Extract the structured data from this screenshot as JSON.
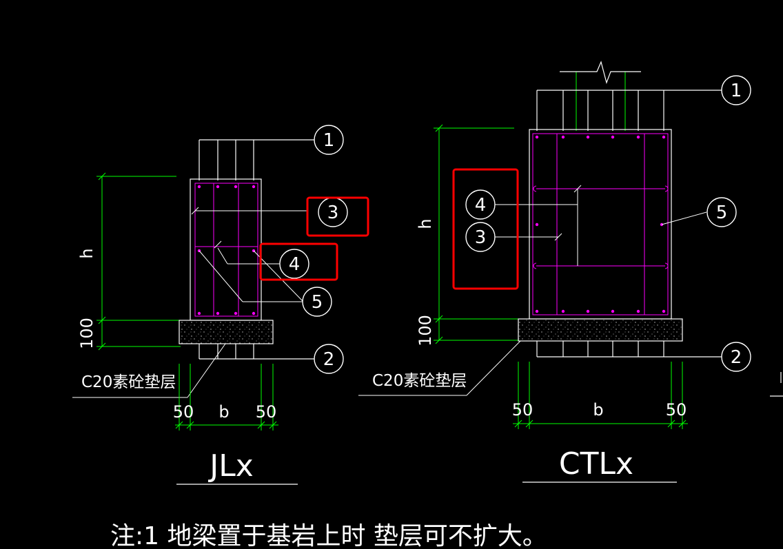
{
  "colors": {
    "background": "#000000",
    "outline": "#ffffff",
    "rebar": "#ff00ff",
    "dimension": "#00ff00",
    "highlight": "#ff0000"
  },
  "left_section": {
    "title": "JLx",
    "dim_h": "h",
    "dim_100": "100",
    "dim_b": "b",
    "dim_50_left": "50",
    "dim_50_right": "50",
    "pad_label": "C20素砼垫层",
    "balloons": [
      "1",
      "2",
      "3",
      "4",
      "5"
    ]
  },
  "right_section": {
    "title": "CTLx",
    "dim_h": "h",
    "dim_100": "100",
    "dim_b": "b",
    "dim_50_left": "50",
    "dim_50_right": "50",
    "pad_label": "C20素砼垫层",
    "balloons": [
      "1",
      "2",
      "3",
      "4",
      "5"
    ]
  },
  "note": "注:1 地梁置于基岩上时 垫层可不扩大。"
}
